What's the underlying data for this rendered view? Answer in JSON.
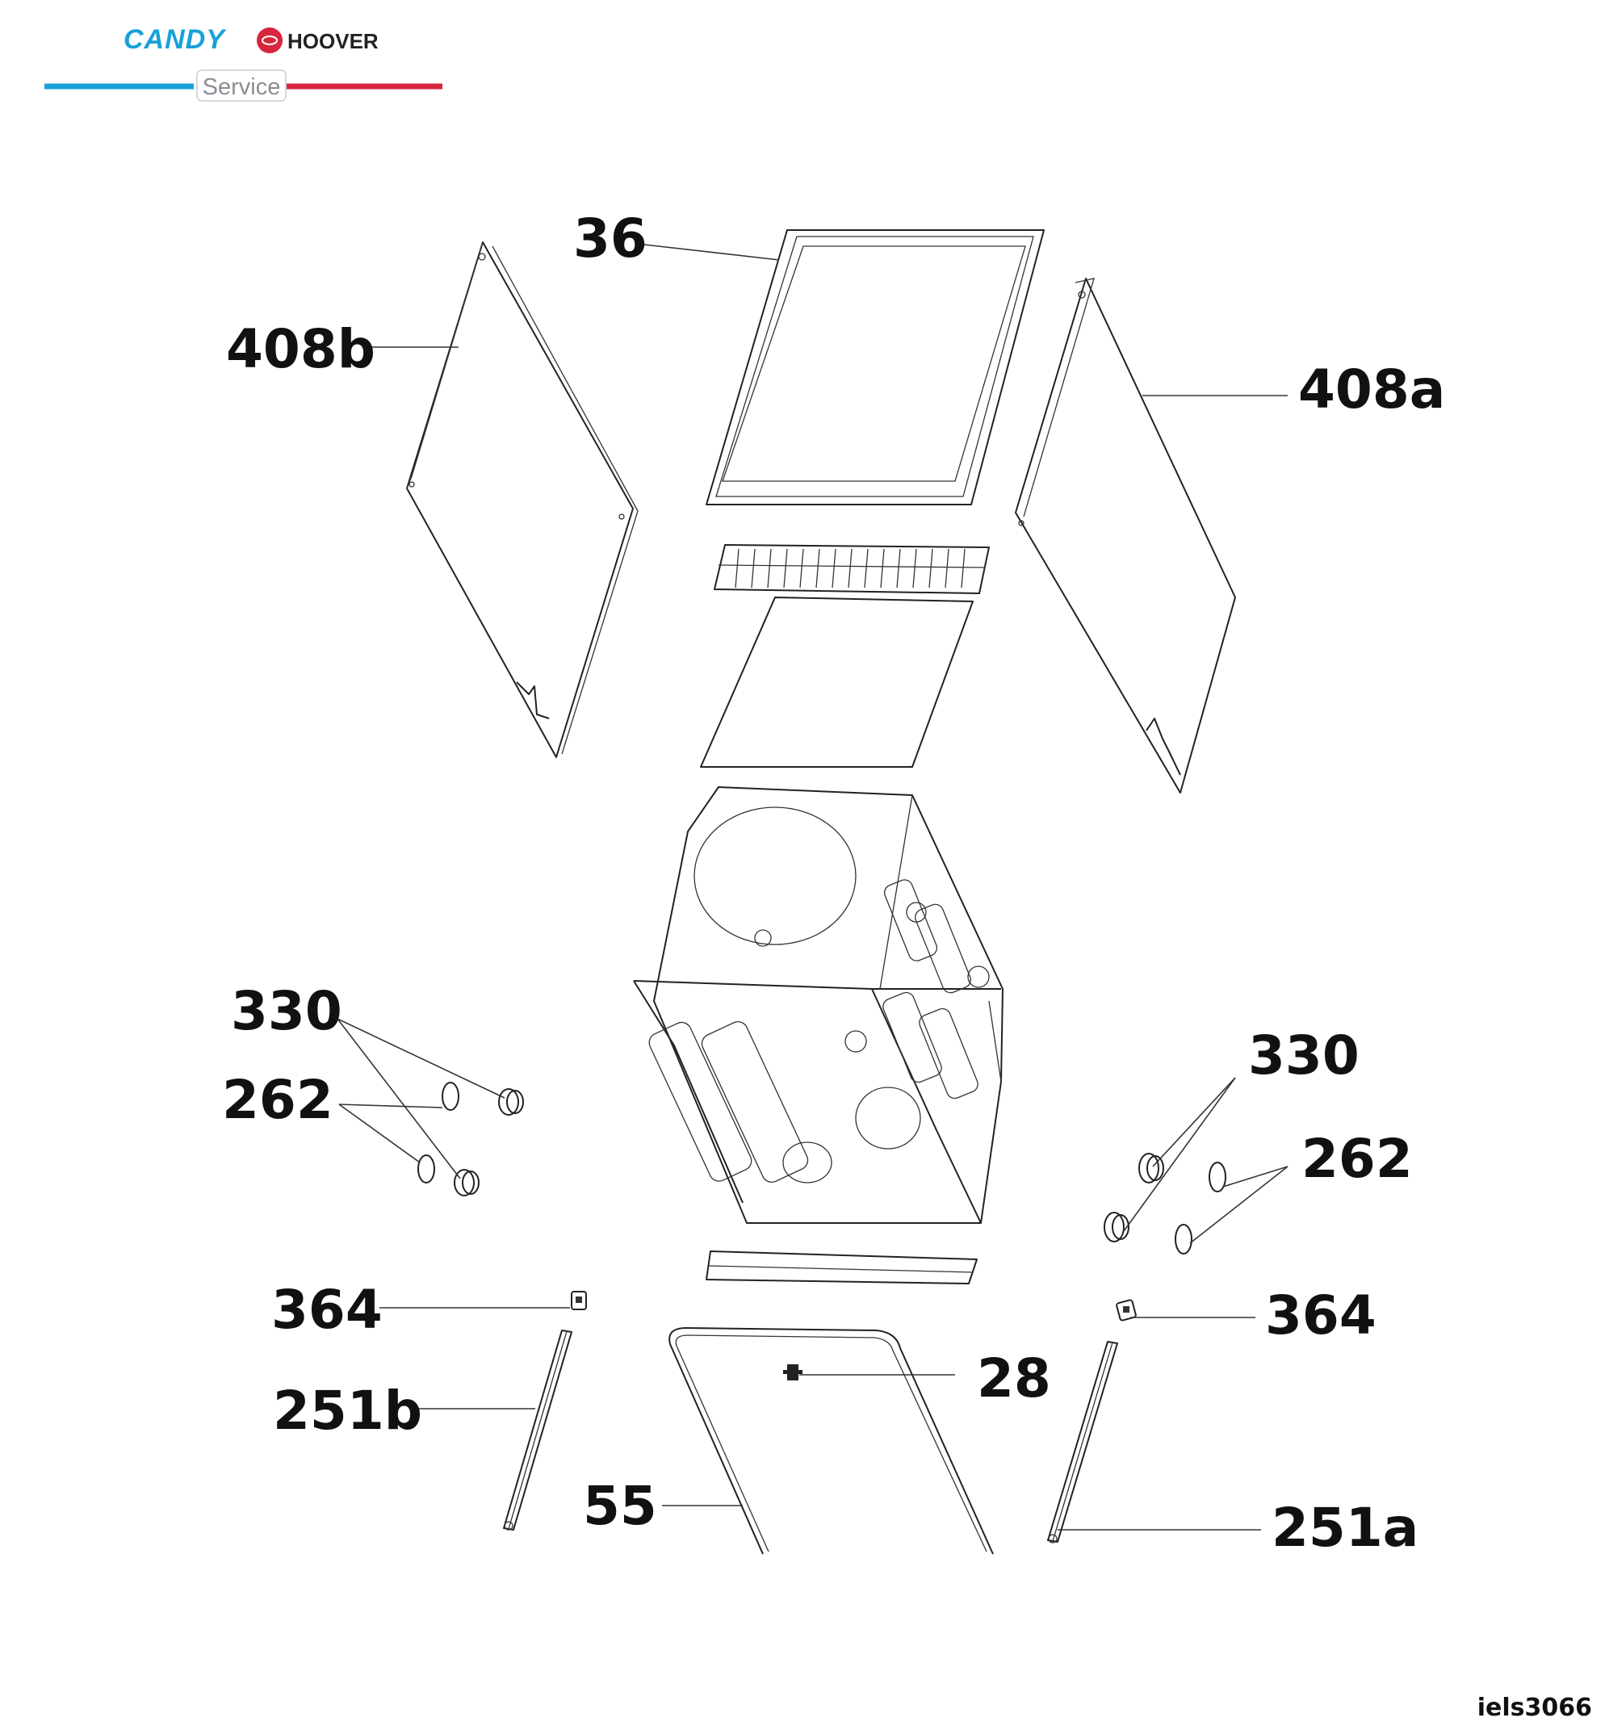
{
  "header": {
    "brand_primary": "CANDY",
    "brand_secondary": "HOOVER",
    "service_label": "Service",
    "colors": {
      "candy_blue": "#1aa0d8",
      "hoover_red": "#d7263d",
      "service_grey": "#8a8f95"
    }
  },
  "callouts": {
    "c36": "36",
    "c408b": "408b",
    "c408a": "408a",
    "c330_left": "330",
    "c262_left": "262",
    "c330_right": "330",
    "c262_right": "262",
    "c364_left": "364",
    "c364_right": "364",
    "c251b": "251b",
    "c251a": "251a",
    "c28": "28",
    "c55": "55"
  },
  "footer": {
    "document_id": "iels3066"
  }
}
